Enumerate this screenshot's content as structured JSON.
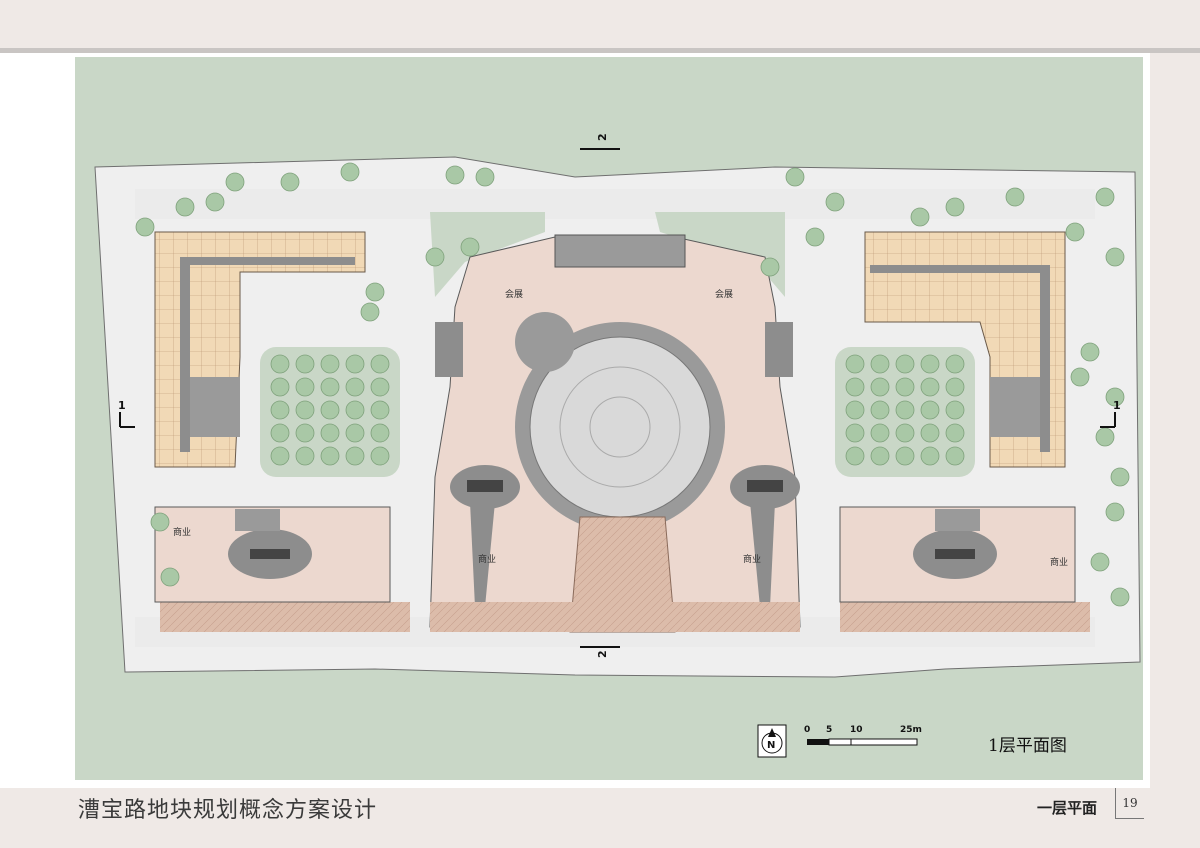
{
  "document": {
    "project_title": "漕宝路地块规划概念方案设计",
    "sheet_subtitle": "一层平面",
    "page_number": "19"
  },
  "drawing": {
    "title": "1层平面图",
    "north_label": "N",
    "scale_labels": [
      "0",
      "5",
      "10",
      "25m"
    ],
    "section_marks": {
      "top": "2",
      "bottom": "2",
      "left": "1",
      "right": "1"
    }
  },
  "room_labels": {
    "retail_left": "商业",
    "retail_center_left": "商业",
    "retail_center_right": "商业",
    "retail_right": "商业",
    "hall_left": "会展",
    "hall_right": "会展"
  },
  "colors": {
    "site_green": "#c9d7c7",
    "road": "#ebebeb",
    "retail_floor": "#ecd8cf",
    "office_floor": "#f1d9b6",
    "core_gray": "#8d8d8d",
    "tree_fill": "#a9c8a6",
    "paving": "#d9b8a6"
  }
}
